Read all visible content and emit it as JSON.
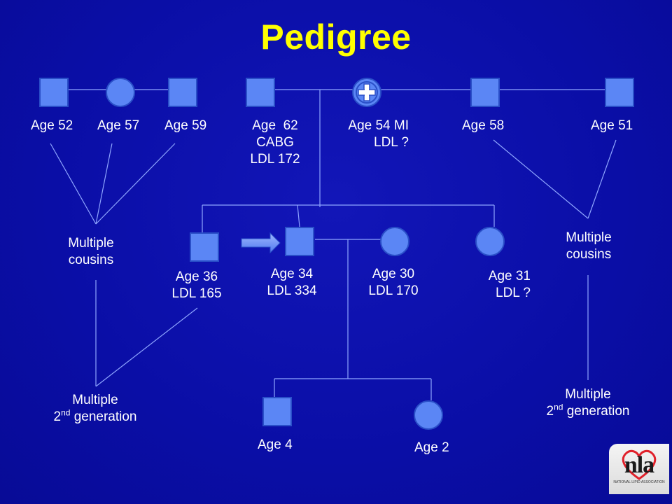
{
  "title": "Pedigree",
  "generation1": [
    {
      "text": [
        "Age 52"
      ]
    },
    {
      "text": [
        "Age 57"
      ]
    },
    {
      "text": [
        "Age 59"
      ]
    },
    {
      "text": [
        "Age  62",
        "CABG",
        "LDL 172"
      ]
    },
    {
      "text": [
        "Age 54 MI",
        "LDL ?"
      ]
    },
    {
      "text": [
        "Age 58"
      ]
    },
    {
      "text": [
        "Age 51"
      ]
    }
  ],
  "generation2": [
    {
      "text": [
        "Age 36",
        "LDL 165"
      ]
    },
    {
      "text": [
        "Age 34",
        "LDL 334"
      ]
    },
    {
      "text": [
        "Age 30",
        "LDL 170"
      ]
    },
    {
      "text": [
        "Age 31",
        "LDL ?"
      ]
    }
  ],
  "generation3": [
    {
      "text": [
        "Age 4"
      ]
    },
    {
      "text": [
        "Age 2"
      ]
    }
  ],
  "groups": {
    "left_cousins": [
      "Multiple",
      "cousins"
    ],
    "right_cousins": [
      "Multiple",
      "cousins"
    ],
    "left_second_gen": {
      "line1": "Multiple",
      "ord_num": "2",
      "ord_sup": "nd",
      "line2_rest": " generation"
    },
    "right_second_gen": {
      "line1": "Multiple",
      "ord_num": "2",
      "ord_sup": "nd",
      "line2_rest": " generation"
    }
  },
  "logo": {
    "mark": "nla",
    "caption": "NATIONAL LIPID ASSOCIATION"
  },
  "colors": {
    "background": "#0a0ea6",
    "title": "#ffff00",
    "symbol_fill": "#5b86f5",
    "line": "#8fa6ff"
  }
}
